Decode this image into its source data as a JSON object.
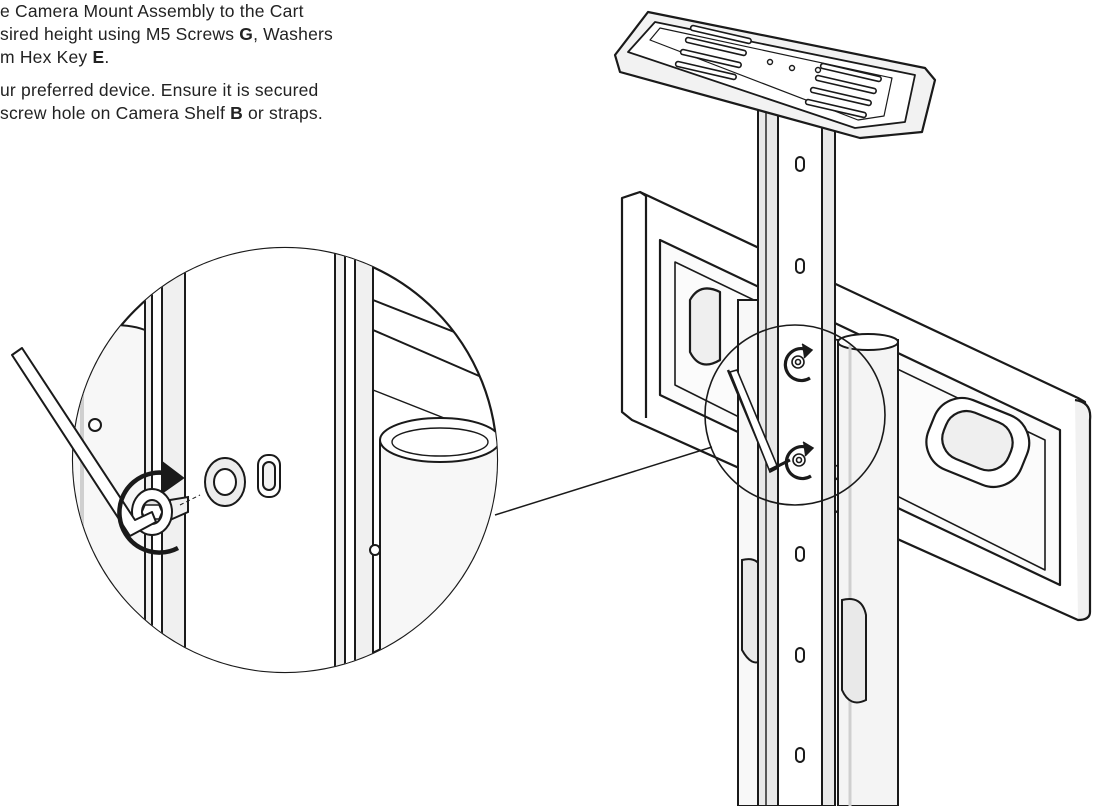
{
  "instructions": {
    "step1": {
      "line1": "e Camera Mount Assembly to the Cart",
      "line2_text": "sired height using M5 Screws ",
      "line2_bold": "G",
      "line2_tail": ", Washers",
      "line3_text": "m Hex Key ",
      "line3_bold": "E",
      "line3_tail": "."
    },
    "step2": {
      "line1": "ur preferred device. Ensure it is secured",
      "line2_text": " screw hole on Camera Shelf ",
      "line2_bold": "B",
      "line2_tail": " or straps."
    }
  },
  "illustration": {
    "subject": "camera mount assembly attached to cart pole",
    "detail_view": "hex key tightening M5 screw with washer",
    "icons": [
      "hex-key-icon",
      "rotate-clockwise-arrow-icon",
      "washer-icon",
      "screw-icon"
    ]
  },
  "colors": {
    "line": "#1a1a1a",
    "shade": "#cfcfcf",
    "light_shade": "#e9e9e9",
    "background": "#ffffff"
  }
}
